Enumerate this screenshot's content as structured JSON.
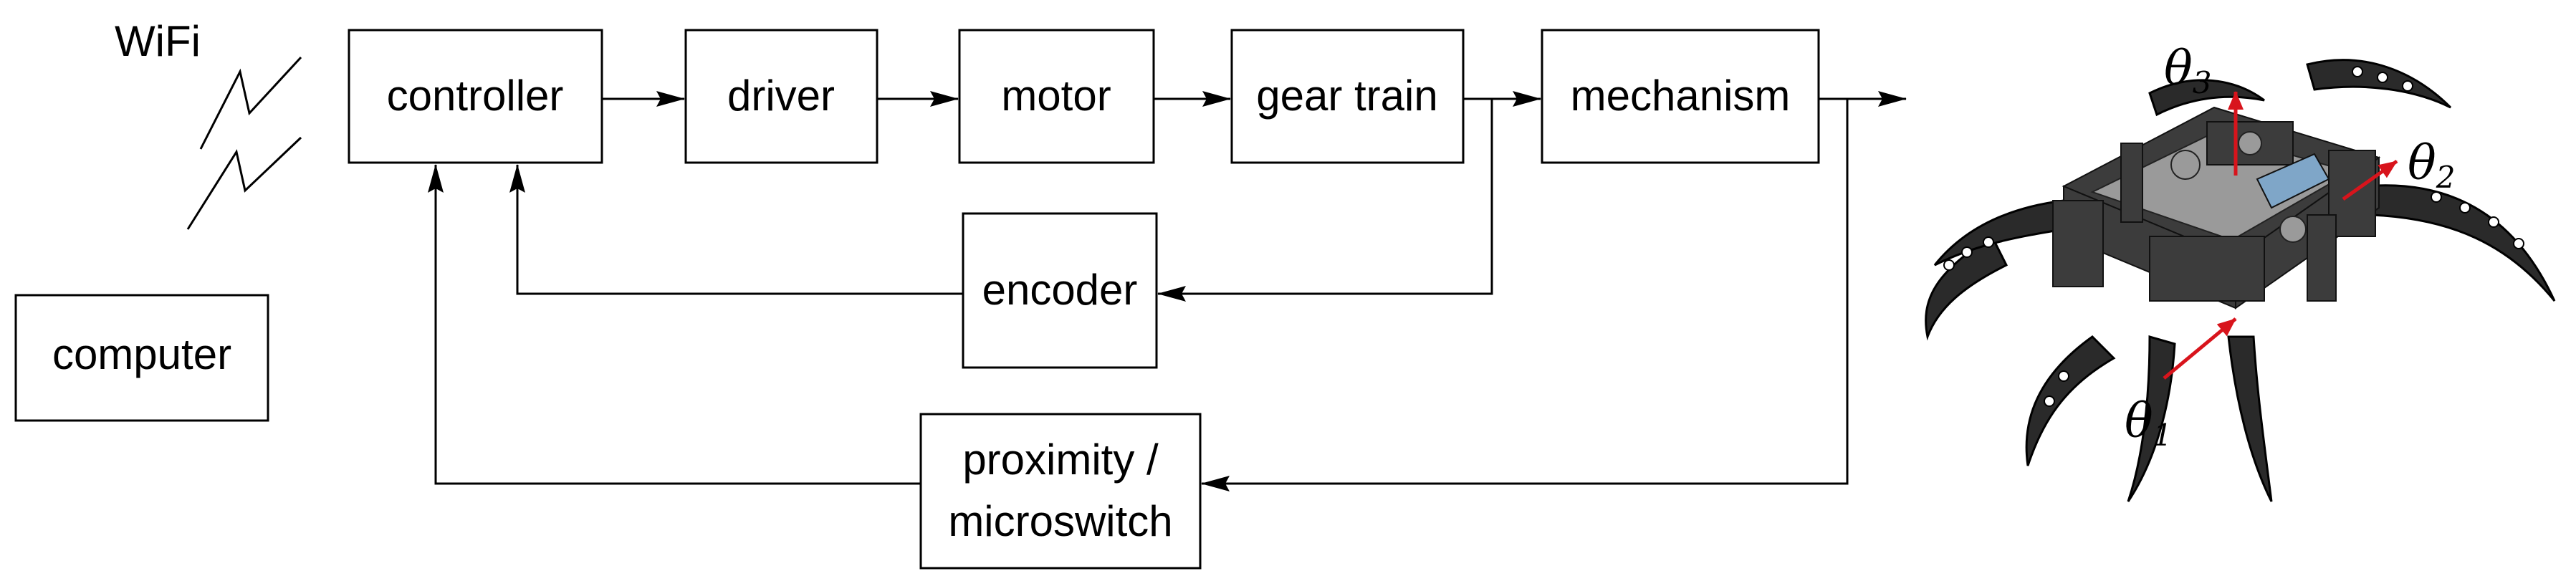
{
  "labels": {
    "wifi": "WiFi",
    "computer": "computer",
    "controller": "controller",
    "driver": "driver",
    "motor": "motor",
    "gear_train": "gear train",
    "mechanism": "mechanism",
    "encoder": "encoder",
    "proximity_line1": "proximity /",
    "proximity_line2": "microswitch"
  },
  "angles": {
    "symbol": "θ",
    "theta1_sub": "1",
    "theta2_sub": "2",
    "theta3_sub": "3"
  },
  "colors": {
    "line": "#000000",
    "axis_arrows": "#d8141c",
    "robot_body": "#3c3c3c",
    "actuator_highlight": "#7fa6c8"
  },
  "icons": {
    "wireless": "lightning-zigzag-icon",
    "robot": "hexapod-robot-illustration"
  }
}
